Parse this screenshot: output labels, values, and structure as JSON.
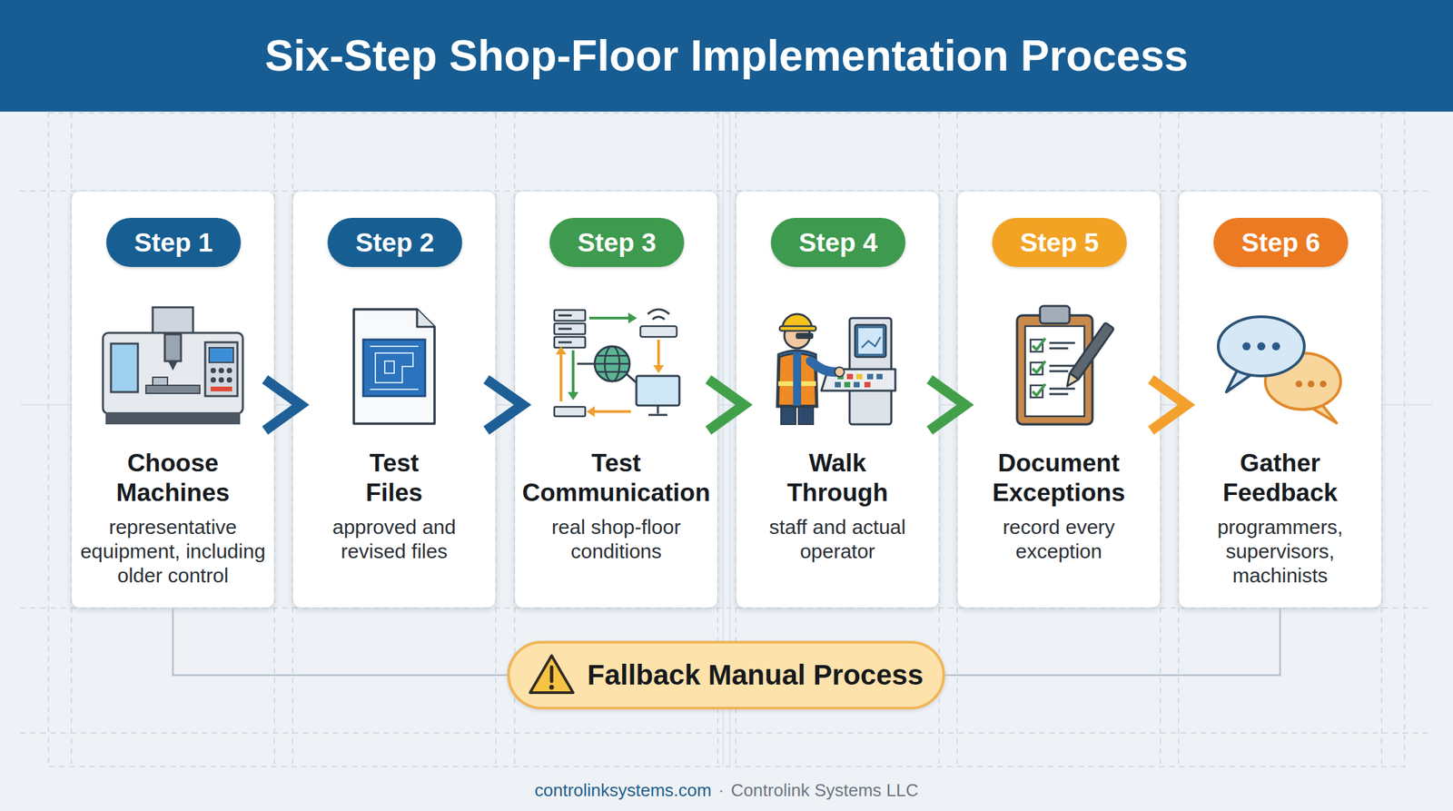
{
  "diagram": {
    "title": "Six-Step Shop-Floor Implementation Process",
    "nodes": [
      {
        "text": [
          "Choose Machines",
          "representative equipment, including older control"
        ]
      },
      {
        "text": [
          "Step 1"
        ],
        "in": 0
      },
      {
        "text": [
          "Test Files",
          "approved and revised files"
        ]
      },
      {
        "text": [
          "Step 2"
        ],
        "in": 2
      },
      {
        "text": [
          "Test Communication",
          "real shop-floor conditions"
        ]
      },
      {
        "text": [
          "Step 3"
        ],
        "in": 4
      },
      {
        "text": [
          "Walk Through",
          "staff and actual operator"
        ]
      },
      {
        "text": [
          "Step 4"
        ],
        "in": 6
      },
      {
        "text": [
          "Document Exceptions",
          "record every exception"
        ]
      },
      {
        "text": [
          "Step 5"
        ],
        "in": 8
      },
      {
        "text": [
          "Gather Feedback",
          "programmers, supervisors, machinists"
        ]
      },
      {
        "text": [
          "Step 6"
        ],
        "in": 10
      },
      {
        "text": [
          "Fallback Manual Process"
        ]
      }
    ],
    "edges": [
      {
        "from": 0,
        "to": 2,
        "arrow": "to"
      },
      {
        "from": 2,
        "to": 4,
        "arrow": "to"
      },
      {
        "from": 4,
        "to": 6,
        "arrow": "to"
      },
      {
        "from": 6,
        "to": 8,
        "arrow": "to"
      },
      {
        "from": 8,
        "to": 10,
        "arrow": "to"
      },
      {
        "from": 0,
        "to": 12,
        "arrow": "none"
      },
      {
        "from": 10,
        "to": 12,
        "arrow": "none"
      }
    ],
    "labels": [
      "controlinksystems.com",
      "·",
      "Controlink Systems LLC"
    ]
  }
}
